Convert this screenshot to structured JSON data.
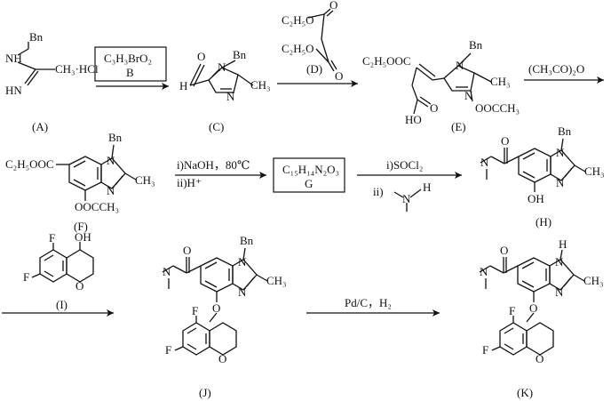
{
  "compounds": {
    "A": {
      "label": "(A)",
      "subst": "Bn",
      "nh": "NH",
      "hn": "HN",
      "salt": "CH₃·HCl"
    },
    "C": {
      "label": "(C)",
      "subst": "Bn",
      "h": "H",
      "o": "O",
      "n1": "N",
      "n3": "N",
      "me": "CH₃"
    },
    "E": {
      "label": "(E)",
      "subst": "Bn",
      "ester": "C₂H₅OOC",
      "acid": "HO",
      "o": "O",
      "n1": "N",
      "n3": "N",
      "me": "CH₃",
      "oac": "OOCCH₃"
    },
    "F": {
      "label": "(F)",
      "subst": "Bn",
      "ester": "C₂H₅OOC",
      "n1": "N",
      "n3": "N",
      "me": "CH₃",
      "oac": "OOCCH₃"
    },
    "H": {
      "label": "(H)",
      "subst": "Bn",
      "o": "O",
      "nme2": "N",
      "n1": "N",
      "n3": "N",
      "me": "CH₃",
      "oh": "OH"
    },
    "I": {
      "label": "(I)",
      "f1": "F",
      "f2": "F",
      "oh": "OH",
      "o": "O"
    },
    "J": {
      "label": "(J)",
      "subst": "Bn",
      "o": "O",
      "nme2": "N",
      "n1": "N",
      "n3": "N",
      "me": "CH₃",
      "f1": "F",
      "f2": "F",
      "o_ether": "O",
      "o_ring": "O"
    },
    "K": {
      "label": "(K)",
      "h": "H",
      "o": "O",
      "nme2": "N",
      "n1": "N",
      "n3": "N",
      "me": "CH₃",
      "f1": "F",
      "f2": "F",
      "o_ether": "O",
      "o_ring": "O"
    }
  },
  "reagents": {
    "B": {
      "formula": "C₃H₃BrO₂",
      "name": "B"
    },
    "D": {
      "label": "(D)",
      "et1": "C₂H₅O",
      "et2": "C₂H₅O",
      "o1": "O",
      "o2": "O"
    },
    "E_to_F": "(CH₃CO)₂O",
    "F_to_G_1": "i)NaOH，80℃",
    "F_to_G_2": "ii)H⁺",
    "G": {
      "formula": "C₁₅H₁₄N₂O₃",
      "name": "G"
    },
    "G_to_H_1": "i)SOCl₂",
    "G_to_H_2": "ii)",
    "G_to_H_amine_h": "H",
    "G_to_H_amine_n": "N",
    "J_to_K": "Pd/C，H₂"
  }
}
